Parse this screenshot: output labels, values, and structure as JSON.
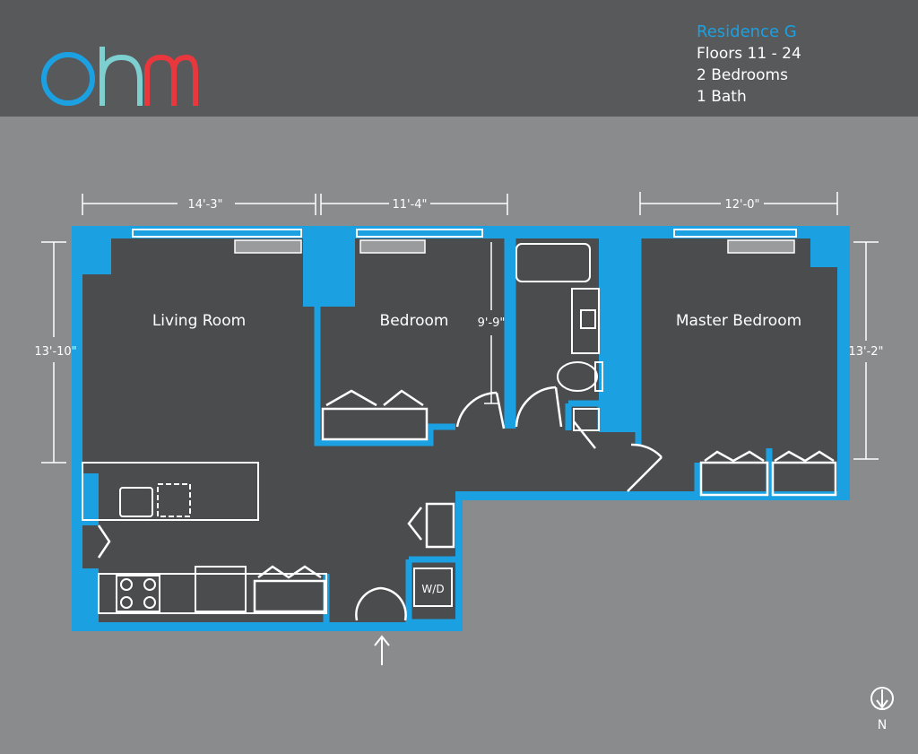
{
  "brand": {
    "logo_letters": [
      "o",
      "h",
      "m"
    ],
    "colors": {
      "o": "#1ba1e2",
      "h": "#7ecfd0",
      "m": "#e8383d"
    }
  },
  "info": {
    "title": "Residence G",
    "floors": "Floors 11 - 24",
    "bedrooms": "2 Bedrooms",
    "baths": "1 Bath"
  },
  "rooms": {
    "living": "Living Room",
    "bedroom": "Bedroom",
    "master": "Master Bedroom",
    "wd": "W/D"
  },
  "dimensions": {
    "living_width": "14'-3\"",
    "bedroom_width": "11'-4\"",
    "master_width": "12'-0\"",
    "living_depth": "13'-10\"",
    "bedroom_depth": "9'-9\"",
    "master_depth": "13'-2\""
  },
  "compass": {
    "label": "N"
  },
  "colors": {
    "header_bg": "#58595b",
    "page_bg": "#8a8b8d",
    "wall": "#1ba1e2",
    "floor": "#4b4c4e",
    "lines": "#ffffff"
  }
}
